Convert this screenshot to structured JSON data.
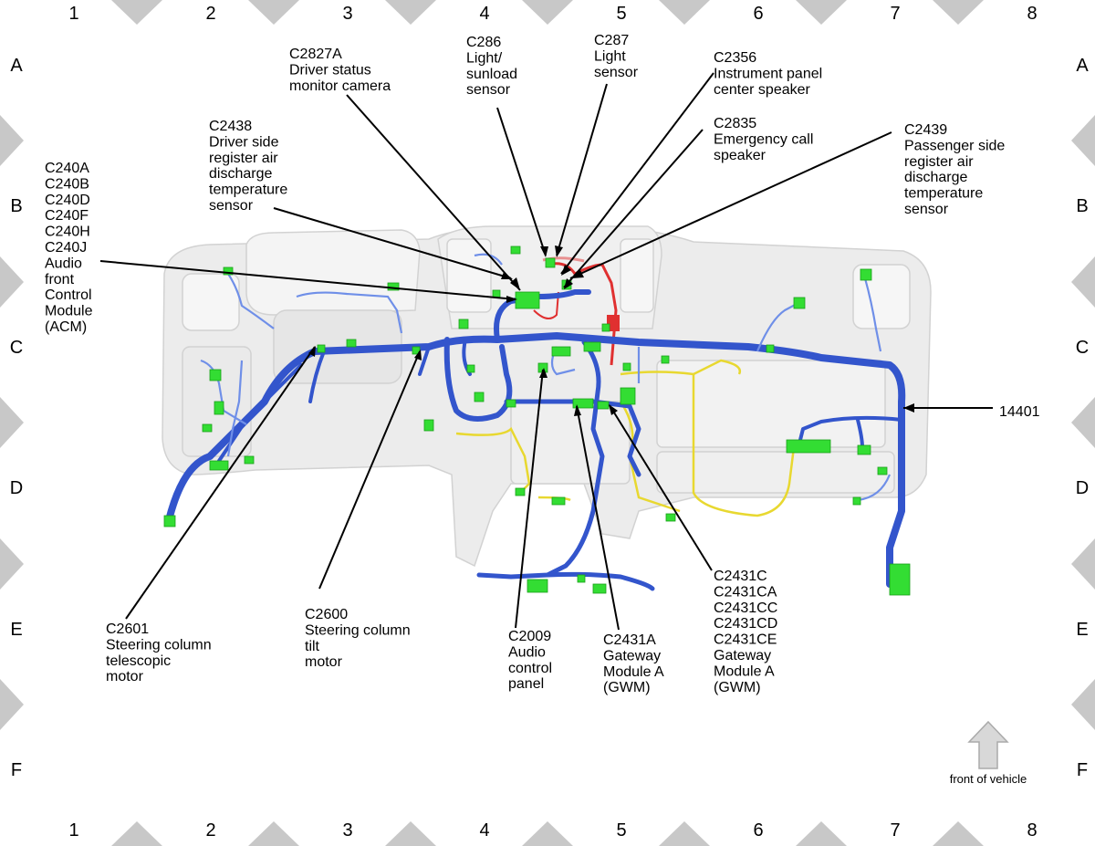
{
  "grid": {
    "columns": [
      "1",
      "2",
      "3",
      "4",
      "5",
      "6",
      "7",
      "8"
    ],
    "rows": [
      "A",
      "B",
      "C",
      "D",
      "E",
      "F"
    ]
  },
  "callouts": {
    "c2827a": [
      "C2827A",
      "Driver status",
      "monitor camera"
    ],
    "c286": [
      "C286",
      "Light/",
      "sunload",
      "sensor"
    ],
    "c287": [
      "C287",
      "Light",
      "sensor"
    ],
    "c2356": [
      "C2356",
      "Instrument panel",
      "center speaker"
    ],
    "c2438": [
      "C2438",
      "Driver side",
      "register air",
      "discharge",
      "temperature",
      "sensor"
    ],
    "c2835": [
      "C2835",
      "Emergency call",
      "speaker"
    ],
    "c2439": [
      "C2439",
      "Passenger side",
      "register air",
      "discharge",
      "temperature",
      "sensor"
    ],
    "c240": [
      "C240A",
      "C240B",
      "C240D",
      "C240F",
      "C240H",
      "C240J",
      "Audio",
      "front",
      "Control",
      "Module",
      "(ACM)"
    ],
    "h14401": [
      "14401"
    ],
    "c2601": [
      "C2601",
      "Steering column",
      "telescopic",
      "motor"
    ],
    "c2600": [
      "C2600",
      "Steering column",
      "tilt",
      "motor"
    ],
    "c2009": [
      "C2009",
      "Audio",
      "control",
      "panel"
    ],
    "c2431a": [
      "C2431A",
      "Gateway",
      "Module A",
      "(GWM)"
    ],
    "c2431c": [
      "C2431C",
      "C2431CA",
      "C2431CC",
      "C2431CD",
      "C2431CE",
      "Gateway",
      "Module A",
      "(GWM)"
    ]
  },
  "orientation": {
    "label": "front of vehicle",
    "icon": "up-arrow-icon"
  },
  "colors": {
    "harness": "#3355cc",
    "harness_light": "#6f8fe8",
    "connector": "#33dd33",
    "yellow_wire": "#e8d830",
    "red_wire": "#e03030",
    "pink_wire": "#e89090",
    "panel": "#dcdcdc",
    "border_triangle": "#c8c8c8"
  }
}
